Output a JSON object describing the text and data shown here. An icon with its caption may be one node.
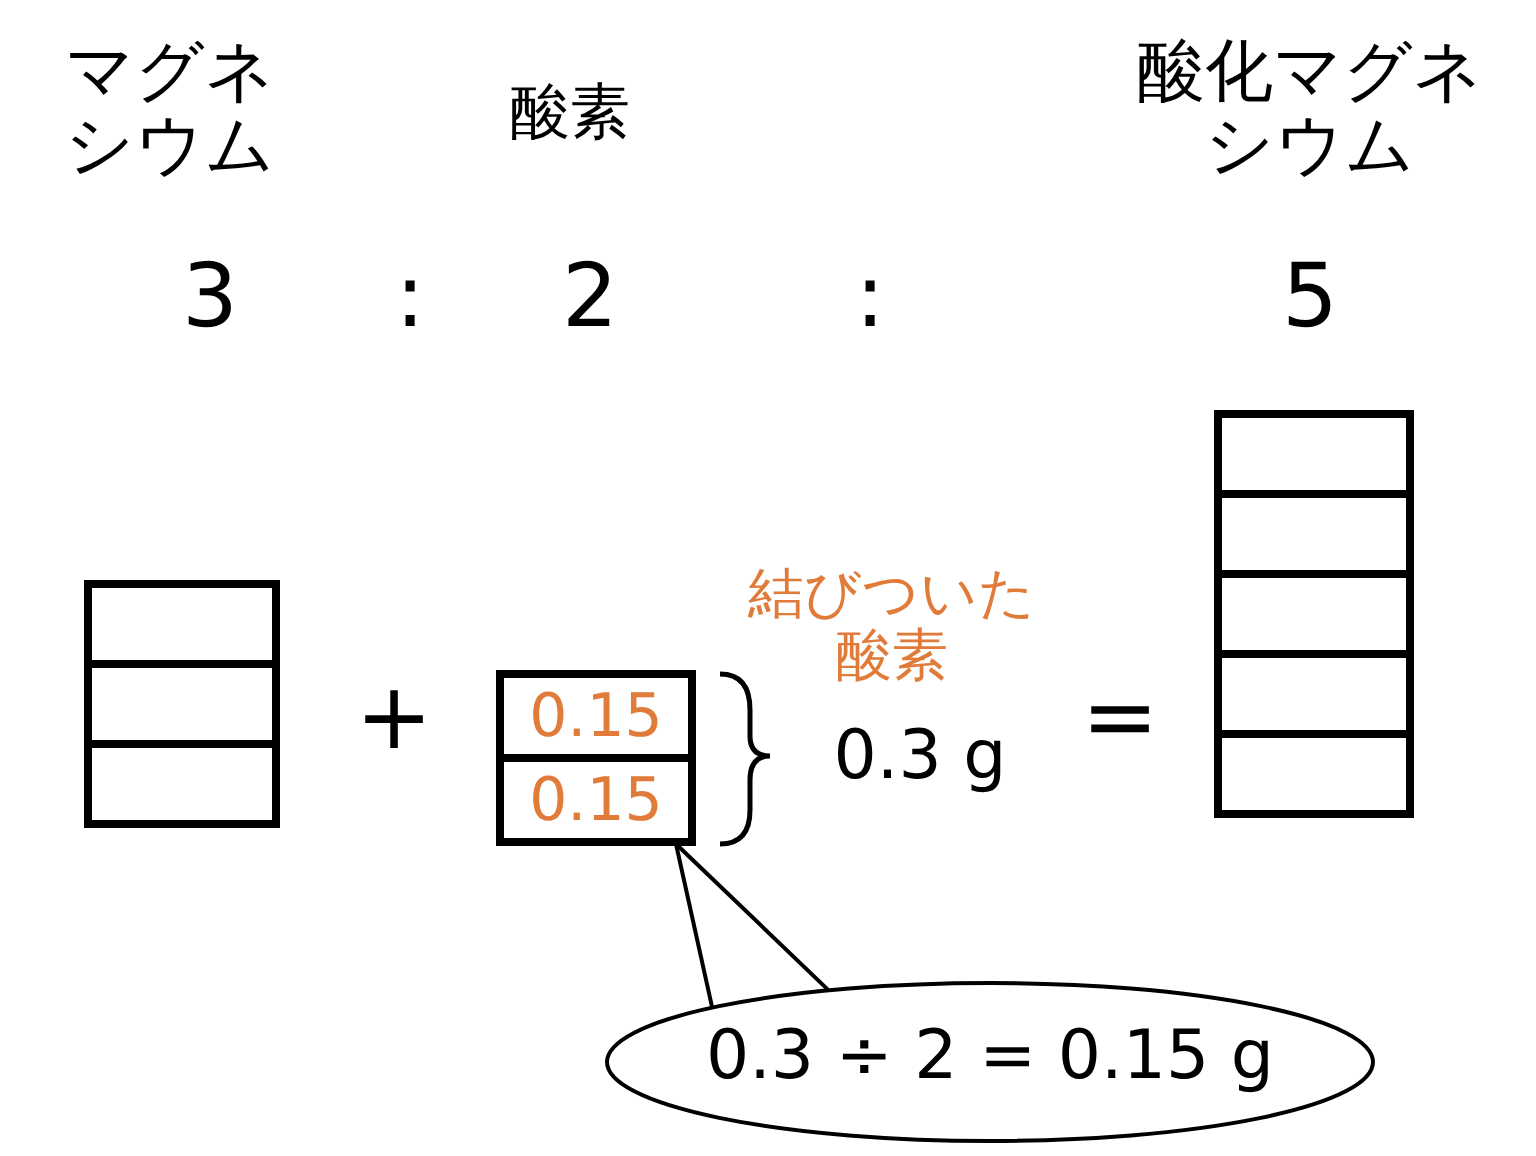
{
  "diagram": {
    "nodes": [
      {
        "text": [],
        "shape": "box"
      },
      {
        "text": [
          "0.15",
          "0.15"
        ]
      },
      {
        "text": [],
        "shape": "box"
      },
      {
        "text": [
          "0.3 ÷ 2 = 0.15 g"
        ]
      }
    ],
    "edges": [
      {
        "from": 3,
        "to": 1,
        "arrow": "none"
      }
    ],
    "labels": [
      "マグネシウム",
      "酸素",
      "酸化マグネシウム",
      "3",
      ":",
      "2",
      ":",
      "5",
      "+",
      "結びついた酸素",
      "0.3 g",
      "="
    ]
  }
}
